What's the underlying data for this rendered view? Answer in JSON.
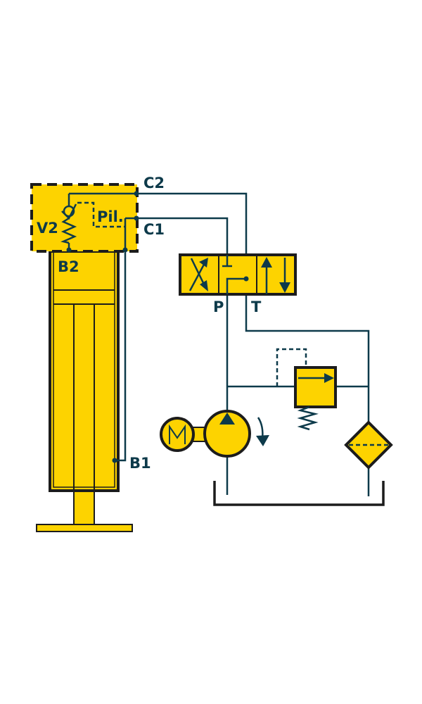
{
  "diagram": {
    "type": "hydraulic-schematic",
    "colors": {
      "component_fill": "#fdd300",
      "line": "#0d3a4a",
      "outline": "#1c1c1c",
      "background": "#ffffff"
    },
    "labels": {
      "c2": "C2",
      "c1": "C1",
      "v2": "V2",
      "pil": "Pil.",
      "b2": "B2",
      "b1": "B1",
      "p": "P",
      "t": "T"
    },
    "motor_symbol": "M"
  }
}
